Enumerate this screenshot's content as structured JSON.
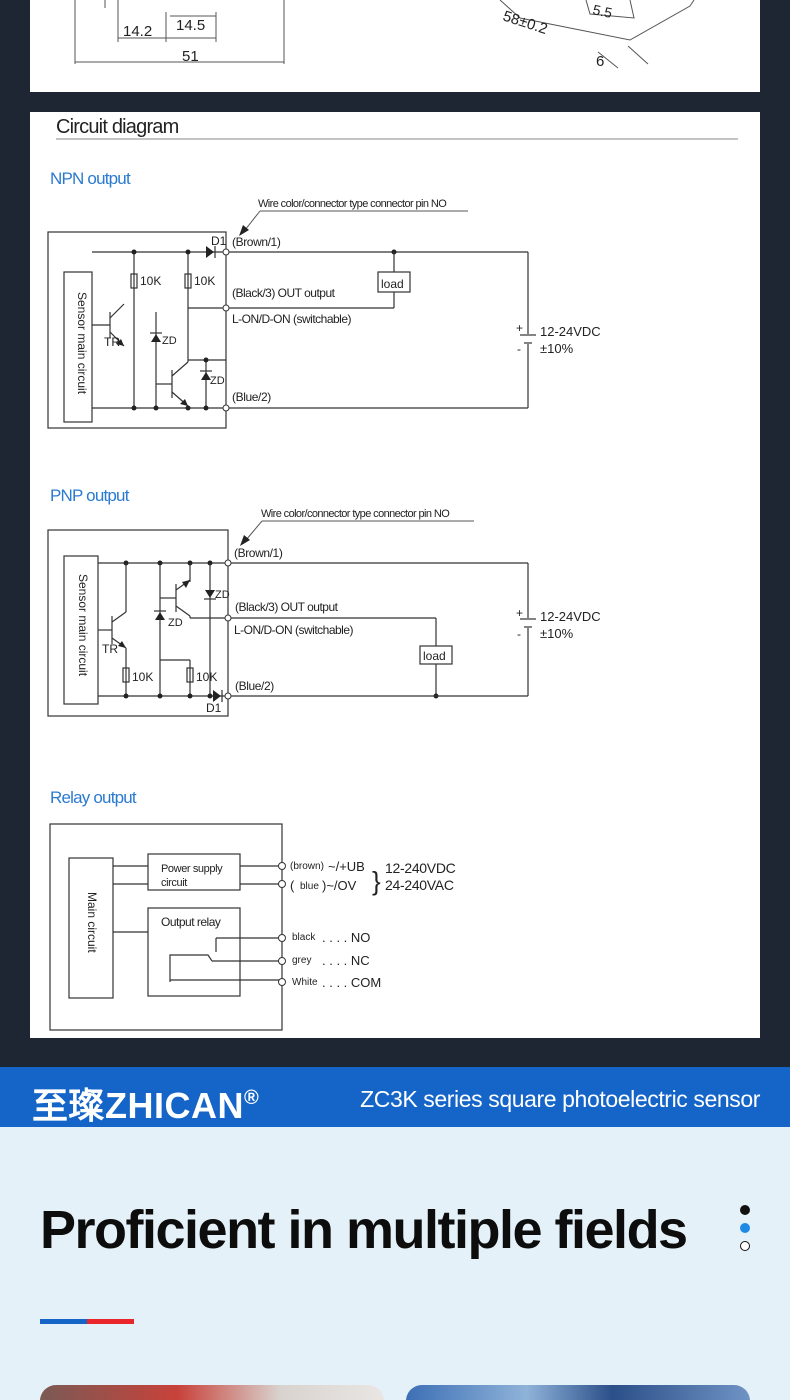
{
  "dimension_drawing": {
    "dim_a": "14.2",
    "dim_b": "14.5",
    "dim_total": "51",
    "dim_length": "58±0.2",
    "dim_small": "5.5",
    "dim_width": "6"
  },
  "circuit": {
    "heading": "Circuit diagram",
    "npn": {
      "title": "NPN output",
      "wire_note": "Wire color/connector type connector pin NO",
      "d1": "D1",
      "brown": "(Brown/1)",
      "r1": "10K",
      "r2": "10K",
      "black": "(Black/3) OUT output",
      "mode": "L-ON/D-ON (switchable)",
      "load": "load",
      "tr": "TR",
      "zd1": "ZD",
      "zd2": "ZD",
      "blue": "(Blue/2)",
      "main_circuit": "Sensor main circuit",
      "voltage": "12-24VDC",
      "tolerance": "±10%",
      "plus": "+",
      "minus": "-"
    },
    "pnp": {
      "title": "PNP output",
      "wire_note": "Wire color/connector type connector pin NO",
      "brown": "(Brown/1)",
      "zd1": "ZD",
      "zd2": "ZD",
      "black": "(Black/3) OUT output",
      "mode": "L-ON/D-ON (switchable)",
      "tr": "TR",
      "load": "load",
      "r1": "10K",
      "r2": "10K",
      "blue": "(Blue/2)",
      "d1": "D1",
      "main_circuit": "Sensor main circuit",
      "voltage": "12-24VDC",
      "tolerance": "±10%",
      "plus": "+",
      "minus": "-"
    },
    "relay": {
      "title": "Relay output",
      "main_circuit": "Main circuit",
      "power_supply_1": "Power supply",
      "power_supply_2": "circuit",
      "output_relay": "Output relay",
      "brown_small": "(brown)",
      "brown_rest": "~/+UB",
      "blue_open": "(",
      "blue_small": "blue",
      "blue_rest": ")~/OV",
      "brace": "}",
      "voltage_dc": "12-240VDC",
      "voltage_ac": "24-240VAC",
      "black_small": "black",
      "black_label": ". . . . NO",
      "grey_small": "grey",
      "grey_label": ". . . . NC",
      "white_small": "White",
      "white_label": ". . . . COM"
    }
  },
  "brand_bar": {
    "name": "至璨ZHICAN",
    "registered": "®",
    "tagline": "ZC3K series square photoelectric sensor",
    "color": "#1565c8"
  },
  "fields": {
    "title": "Proficient in multiple fields",
    "accent_blue": "#1565c8",
    "accent_red": "#e8262b",
    "background": "#e5f1f9"
  }
}
